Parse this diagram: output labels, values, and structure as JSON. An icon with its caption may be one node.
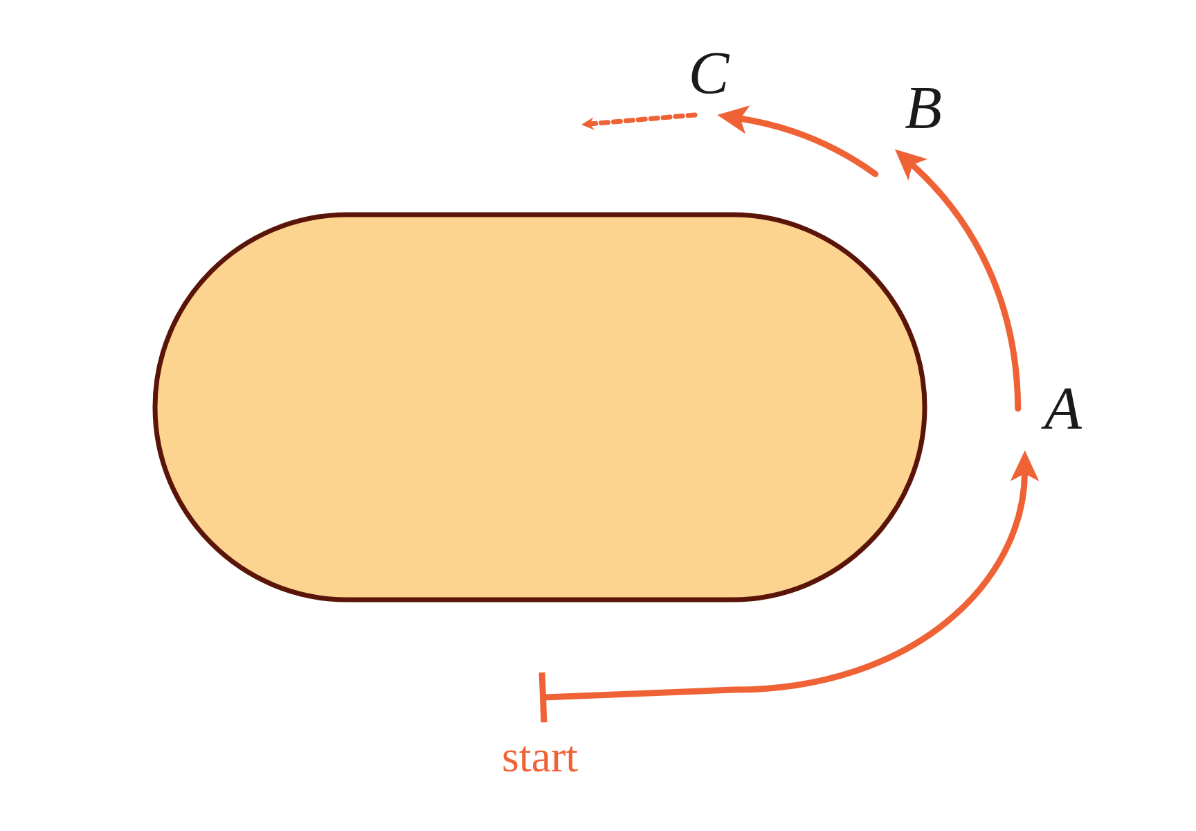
{
  "diagram": {
    "nodes": [
      {
        "text": [],
        "shape": "box"
      },
      {
        "text": [
          "start"
        ]
      },
      {
        "text": [
          "A"
        ]
      },
      {
        "text": [
          "B"
        ]
      },
      {
        "text": [
          "C"
        ]
      }
    ],
    "edges": [
      {
        "from": 1,
        "to": 2,
        "arrow": "to"
      },
      {
        "from": 2,
        "to": 3,
        "arrow": "to"
      },
      {
        "from": 3,
        "to": 4,
        "arrow": "to"
      },
      {
        "from": 4,
        "to": null,
        "arrow": "to",
        "style": "dashed"
      }
    ]
  }
}
